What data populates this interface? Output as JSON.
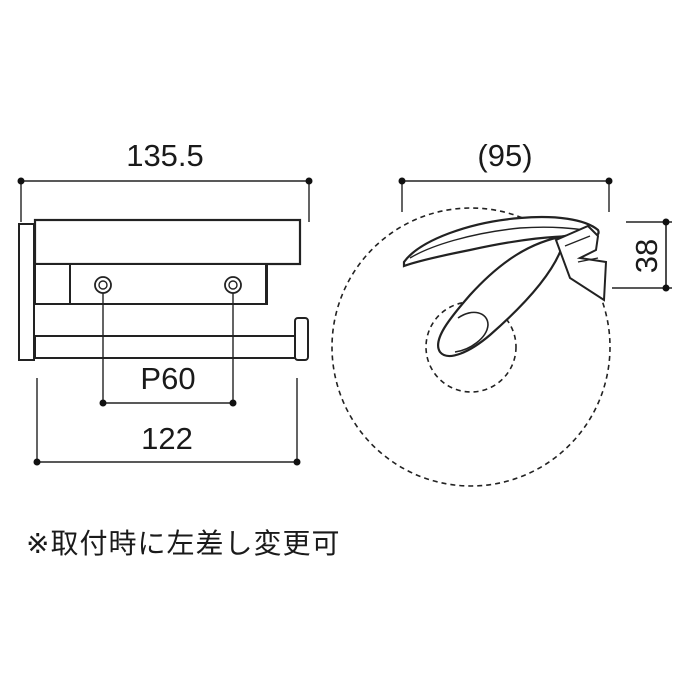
{
  "front_view": {
    "width_dim": "135.5",
    "pitch_dim": "P60",
    "depth_dim": "122"
  },
  "side_view": {
    "depth_dim": "(95)",
    "height_dim": "38"
  },
  "note": "※取付時に左差し変更可"
}
